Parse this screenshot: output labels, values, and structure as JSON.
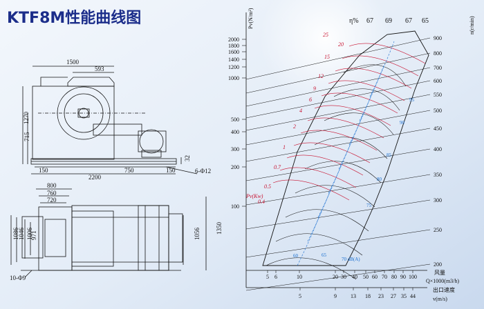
{
  "title": "KTF8M性能曲线图",
  "drawing": {
    "top_dims": [
      "1500",
      "593",
      "1270",
      "715",
      "150",
      "750",
      "2200",
      "150",
      "32"
    ],
    "bolt_label": "6-Φ12",
    "bottom_dims": [
      "800",
      "760",
      "720",
      "1086",
      "1046",
      "1006",
      "971",
      "1056",
      "1350"
    ],
    "foot_label": "10-Φ9"
  },
  "chart": {
    "eff_label": "η%",
    "eff_values": [
      "67",
      "69",
      "67",
      "65"
    ],
    "pv_unit_label": "Pv(N/m²)",
    "n_unit_label": "n(r/min)",
    "pv_ticks": [
      "2000",
      "1800",
      "1600",
      "1400",
      "1200",
      "1000",
      "500",
      "400",
      "300",
      "200",
      "100"
    ],
    "n_ticks": [
      "900",
      "800",
      "700",
      "600",
      "550",
      "500",
      "450",
      "400",
      "350",
      "300",
      "250",
      "200"
    ],
    "power_labels": [
      "25",
      "20",
      "15",
      "12",
      "9",
      "6",
      "4",
      "2",
      "1",
      "0.7",
      "0.5",
      "0.4"
    ],
    "power_axis_label": "Pv(Kw)",
    "noise_labels": [
      "95",
      "90",
      "85",
      "80",
      "75",
      "70 dB(A)",
      "65",
      "60"
    ],
    "q_ticks": [
      "5",
      "6",
      "10",
      "20",
      "30",
      "40",
      "50",
      "60",
      "70",
      "80",
      "90",
      "100"
    ],
    "v_ticks": [
      "5",
      "9",
      "13",
      "18",
      "23",
      "27",
      "35",
      "44"
    ],
    "q_title": "风量",
    "q_unit": "Q×1000(m3/h)",
    "v_title": "出口速度",
    "v_unit": "v(m/s)"
  }
}
